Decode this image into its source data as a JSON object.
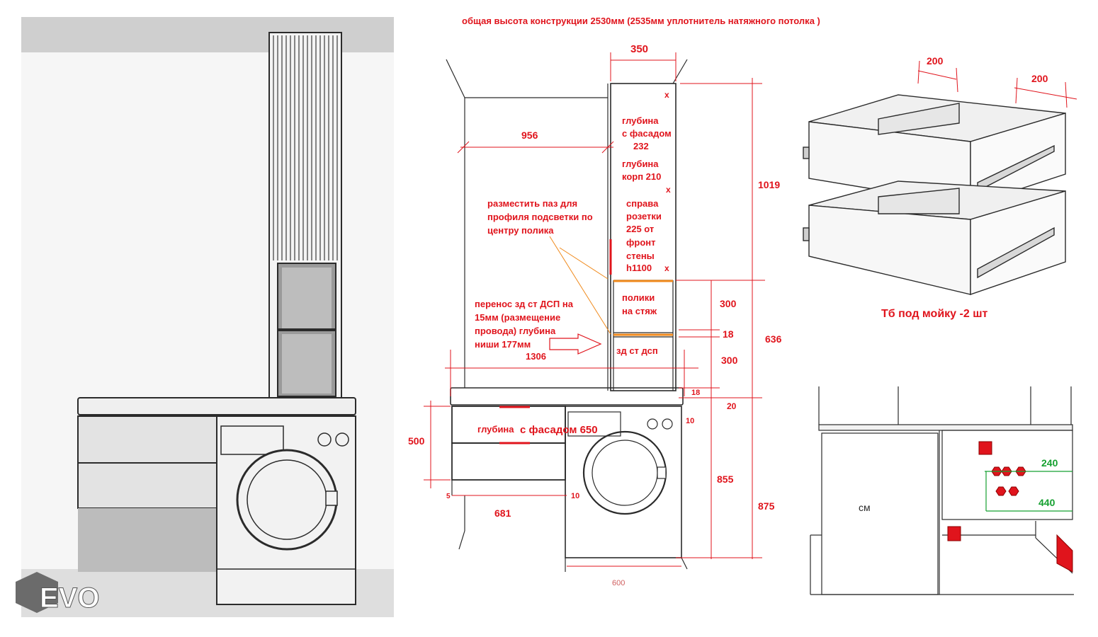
{
  "header_note": "общая высота конструкции 2530мм (2535мм уплотнитель натяжного потолка )",
  "logo_text": "EVO",
  "colors": {
    "accent_red": "#e0141c",
    "orange": "#f08a1c",
    "green": "#15a030",
    "line": "#2b2b2b"
  },
  "elevation": {
    "dims": {
      "top_width": "350",
      "wall_width": "956",
      "upper_height": "1019",
      "mid_height": "636",
      "lower_height": "875",
      "shelf_gap_1": "300",
      "shelf_thk": "18",
      "shelf_gap_2": "300",
      "niche_depth_dim": "1306",
      "counter_thk": "18",
      "counter_gap": "20",
      "drawers_height": "500",
      "base_height": "855",
      "left_width": "681",
      "wm_width": "600",
      "left_offset": "5",
      "gap_10a": "10",
      "gap_10b": "10"
    },
    "notes": {
      "depth_facade_l1": "глубина",
      "depth_facade_l2": "с фасадом",
      "depth_facade_l3": "232",
      "depth_body_l1": "глубина",
      "depth_body_l2": "корп 210",
      "socket_l1": "справа",
      "socket_l2": "розетки",
      "socket_l3": "225 от",
      "socket_l4": "фронт",
      "socket_l5": "стены",
      "socket_l6": "h1100",
      "groove_l1": "разместить паз для",
      "groove_l2": "профиля подсветки по",
      "groove_l3": "центру полика",
      "shelves_l1": "полики",
      "shelves_l2": "на стяж",
      "back_l1": "перенос зд ст ДСП на",
      "back_l2": "15мм (размещение",
      "back_l3": "провода) глубина",
      "back_l4": "ниши 177мм",
      "back_panel": "зд ст дсп",
      "drawer_depth_a": "глубина",
      "drawer_depth_b": "с фасадом 650",
      "x_mark": "x"
    }
  },
  "drawer_view": {
    "dim_a": "200",
    "dim_b": "200",
    "caption": "Тб под мойку -2 шт"
  },
  "detail_view": {
    "wm_label": "см",
    "dim_240": "240",
    "dim_440": "440"
  }
}
